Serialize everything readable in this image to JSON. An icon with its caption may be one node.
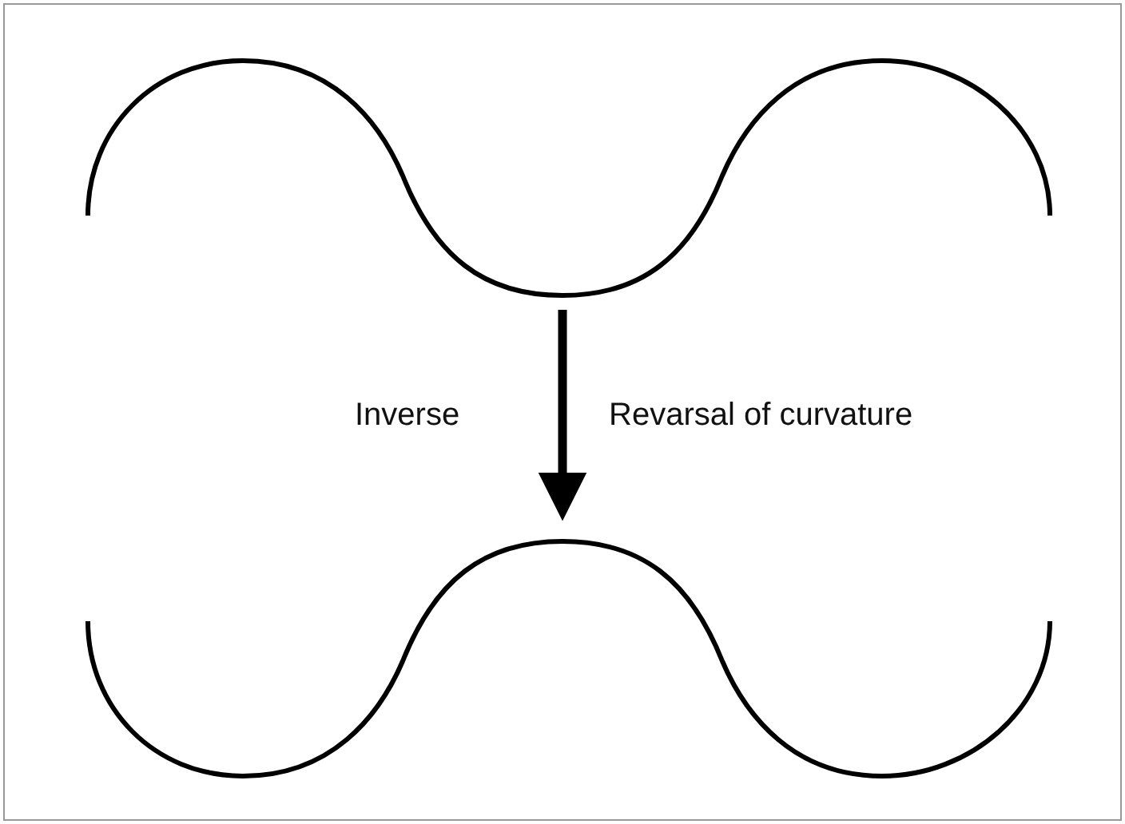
{
  "diagram": {
    "nodes": [
      {
        "text": [],
        "shape": "curve"
      },
      {
        "text": [],
        "shape": "curve"
      }
    ],
    "edges": [
      {
        "from": 0,
        "to": 1,
        "arrow": "to"
      }
    ],
    "labels": [
      "Inverse",
      "Revarsal of curvature"
    ]
  }
}
